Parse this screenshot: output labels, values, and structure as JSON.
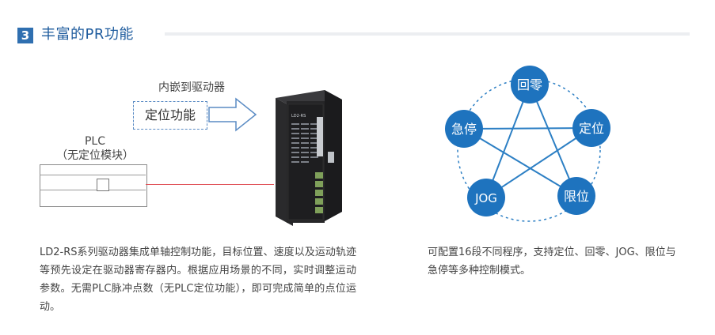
{
  "section": {
    "number": "3",
    "title": "丰富的PR功能"
  },
  "left_diagram": {
    "plc_label_line1": "PLC",
    "plc_label_line2": "（无定位模块）",
    "embed_label": "内嵌到驱动器",
    "function_box": "定位功能",
    "driver_text": "LD2-RS"
  },
  "star_diagram": {
    "nodes": [
      "回零",
      "定位",
      "限位",
      "JOG",
      "急停"
    ],
    "node_color": "#1e73be",
    "line_color": "#2c7fc4"
  },
  "description_left": "LD2-RS系列驱动器集成单轴控制功能，目标位置、速度以及运动轨迹等预先设定在驱动器寄存器内。根据应用场景的不同，实时调整运动参数。无需PLC脉冲点数（无PLC定位功能），即可完成简单的点位运动。",
  "description_right": "可配置16段不同程序，支持定位、回零、JOG、限位与急停等多种控制模式。"
}
